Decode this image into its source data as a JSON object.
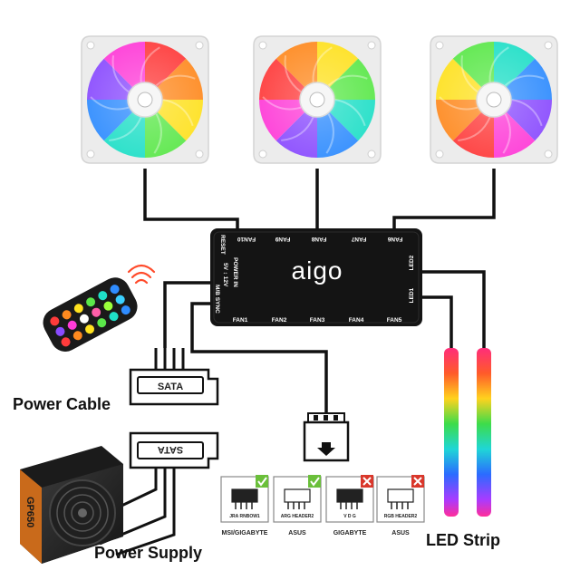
{
  "brand": "aigo",
  "hub": {
    "top_ports": [
      "FAN10",
      "FAN9",
      "FAN8",
      "FAN7",
      "FAN6"
    ],
    "bottom_ports": [
      "FAN1",
      "FAN2",
      "FAN3",
      "FAN4",
      "FAN5"
    ],
    "right_ports": [
      "LED2",
      "LED1"
    ],
    "left_labels": {
      "reset": "RESET",
      "power_in": "POWER IN",
      "voltage": "5V ↕ 12V",
      "sync": "M/B SYNC"
    }
  },
  "sata_connector_label": "SATA",
  "psu_model": "GP650",
  "labels": {
    "power_cable": "Power Cable",
    "power_supply": "Power Supply",
    "led_strip": "LED Strip"
  },
  "compatibility": [
    {
      "header": "JRA RNBOW1",
      "brand": "MSI/GIGABYTE",
      "status": "check"
    },
    {
      "header": "ARG HEADER2",
      "brand": "ASUS",
      "status": "check"
    },
    {
      "header": "V D G",
      "brand": "GIGABYTE",
      "status": "cross"
    },
    {
      "header": "RGB HEADER2",
      "brand": "ASUS",
      "status": "cross"
    }
  ],
  "colors": {
    "check": "#6abf3a",
    "cross": "#d9372b",
    "hub": "#111111",
    "wire": "#111111"
  }
}
